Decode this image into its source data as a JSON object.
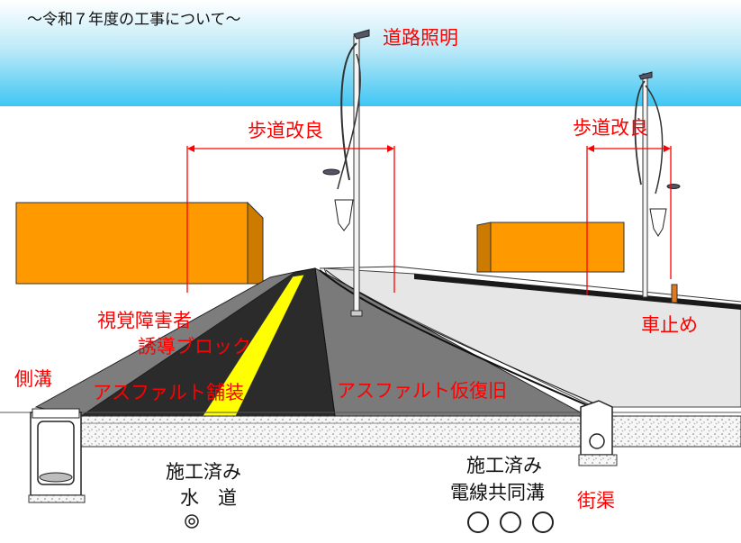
{
  "title": "〜令和７年度の工事について〜",
  "labels": {
    "street_light": "道路照明",
    "sidewalk_left": "歩道改良",
    "sidewalk_right": "歩道改良",
    "tactile_line1": "視覚障害者",
    "tactile_line2": "誘導ブロック",
    "side_ditch": "側溝",
    "asphalt_paving": "アスファルト舗装",
    "asphalt_restore": "アスファルト仮復旧",
    "bollard": "車止め",
    "water_line1": "施工済み",
    "water_line2": "水　道",
    "power_line1": "施工済み",
    "power_line2": "電線共同溝",
    "gutter": "街渠"
  },
  "colors": {
    "red_label": "#ff0000",
    "sky_top": "#3fc6f3",
    "building": "#ff9900",
    "tactile": "#ffff00",
    "asphalt_new": "#2b2b2b",
    "asphalt_temp": "#7a7a7a",
    "sidewalk": "#e6e6e6"
  },
  "icons": {
    "water_pipe": "double-ring-icon",
    "conduit": "ring-icon"
  }
}
